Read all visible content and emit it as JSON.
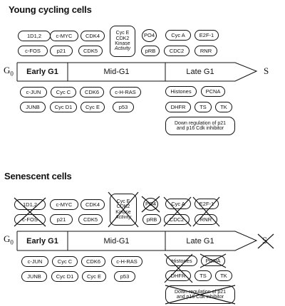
{
  "top": {
    "title": "Young  cycling cells",
    "g0": "G",
    "g0_sub": "0",
    "s": "S",
    "phases": {
      "early": "Early G1",
      "mid": "Mid-G1",
      "late": "Late G1"
    },
    "above": {
      "row1": [
        "1D1,2",
        "c-MYC",
        "CDK4",
        "Cyc A",
        "E2F-1"
      ],
      "row2": [
        "c-FOS",
        "p21",
        "CDK5",
        "CDC2",
        "RNR"
      ],
      "kinase": [
        "Cyc E",
        "CDK2",
        "Kinase",
        "Activity"
      ],
      "po4": "PO4",
      "prb": "pRB"
    },
    "below": {
      "row1": [
        "c-JUN",
        "Cyc C",
        "CDK6",
        "c-H-RAS",
        "Histones",
        "PCNA"
      ],
      "row2": [
        "JUNB",
        "Cyc D1",
        "Cyc E",
        "p53",
        "DHFR",
        "TS",
        "TK"
      ],
      "note": [
        "Down regulation of p21",
        "and p16 Cdk inhibitor"
      ]
    }
  },
  "bottom": {
    "title": "Senescent cells",
    "g0": "G",
    "g0_sub": "0",
    "s": "S",
    "phases": {
      "early": "Early G1",
      "mid": "Mid-G1",
      "late": "Late G1"
    },
    "above": {
      "row1": [
        "1D1,2",
        "c-MYC",
        "CDK4",
        "Cyc A",
        "E2F-1"
      ],
      "row2": [
        "c-FOS",
        "p21",
        "CDK5",
        "CDC2",
        "RNR"
      ],
      "kinase": [
        "Cyc E",
        "CDK2",
        "Kinase",
        "Activity"
      ],
      "po4": "PO4",
      "prb": "pRB"
    },
    "below": {
      "row1": [
        "c-JUN",
        "Cyc C",
        "CDK6",
        "c-H-RAS",
        "Histones",
        "PCNA"
      ],
      "row2": [
        "JUNB",
        "Cyc D1",
        "Cyc E",
        "p53",
        "DHFR",
        "TS",
        "TK"
      ],
      "note": [
        "Down regulation of p21",
        "and p16 Cdk inhibitor"
      ]
    }
  }
}
